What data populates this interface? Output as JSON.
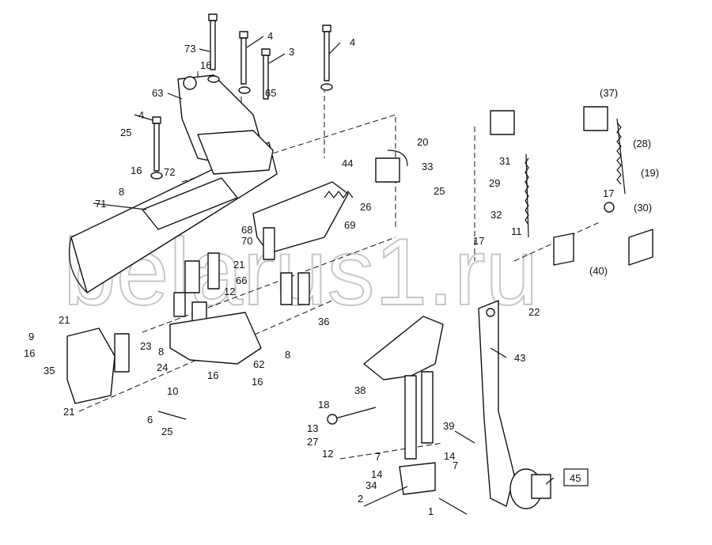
{
  "watermark": "belarus1.ru",
  "labels": [
    "73",
    "4",
    "3",
    "4",
    "16",
    "63",
    "65",
    "4",
    "25",
    "16",
    "72",
    "8",
    "71",
    "20",
    "33",
    "44",
    "25",
    "26",
    "69",
    "68",
    "70",
    "21",
    "66",
    "12",
    "36",
    "9",
    "21",
    "16",
    "23",
    "35",
    "21",
    "8",
    "24",
    "62",
    "8",
    "10",
    "16",
    "16",
    "6",
    "25",
    "38",
    "18",
    "13",
    "27",
    "12",
    "39",
    "7",
    "14",
    "14",
    "7",
    "34",
    "2",
    "1",
    "(37)",
    "(28)",
    "31",
    "29",
    "(19)",
    "17",
    "(30)",
    "32",
    "11",
    "17",
    "(40)",
    "22",
    "43",
    "45"
  ]
}
